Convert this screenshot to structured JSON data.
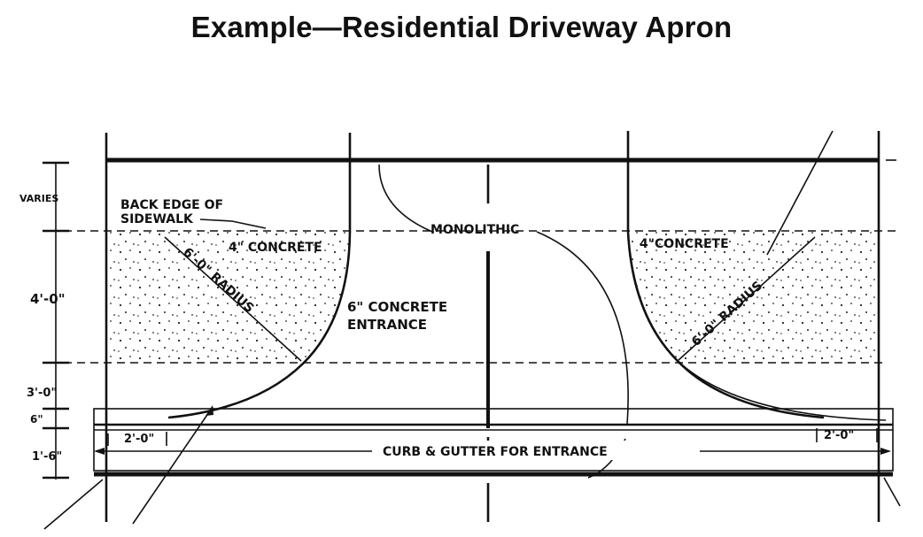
{
  "title": "Example—Residential Driveway Apron",
  "labels": {
    "back_edge_line1": "BACK EDGE OF",
    "back_edge_line2": "SIDEWALK",
    "concrete_left": "4\" CONCRETE",
    "concrete_right": "4\"CONCRETE",
    "radius_left": "6'-0\" RADIUS",
    "radius_right": "6'-0\" RADIUS",
    "monolithic": "MONOLITHIC",
    "entrance_line1": "6\" CONCRETE",
    "entrance_line2": "ENTRANCE",
    "curb_gutter": "CURB & GUTTER FOR ENTRANCE",
    "offset_left": "2'-0\"",
    "offset_right": "2'-0\""
  },
  "dimensions": {
    "varies": "VARIES",
    "four_ft": "4'-0\"",
    "three_ft": "3'-0\"",
    "six_in": "6\"",
    "one_ft_six": "1'-6\""
  },
  "colors": {
    "ink": "#111111",
    "paper": "#ffffff"
  }
}
